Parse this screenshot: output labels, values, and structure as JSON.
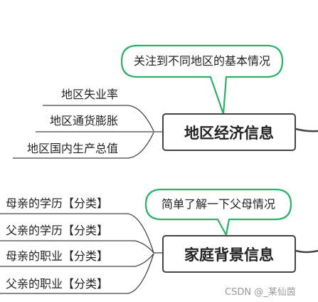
{
  "groups": [
    {
      "node_label": "地区经济信息",
      "callout": "关注到不同地区的基本情况",
      "leaves": [
        "地区失业率",
        "地区通货膨胀",
        "地区国内生产总值"
      ]
    },
    {
      "node_label": "家庭背景信息",
      "callout": "简单了解一下父母情况",
      "leaves": [
        "母亲的学历【分类】",
        "父亲的学历【分类】",
        "母亲的职业【分类】",
        "父亲的职业【分类】"
      ]
    }
  ],
  "watermark": "CSDN @_某仙茵",
  "colors": {
    "line": "#444444",
    "callout_border": "#2db06b",
    "text": "#222222",
    "watermark": "#9a9a9a"
  }
}
